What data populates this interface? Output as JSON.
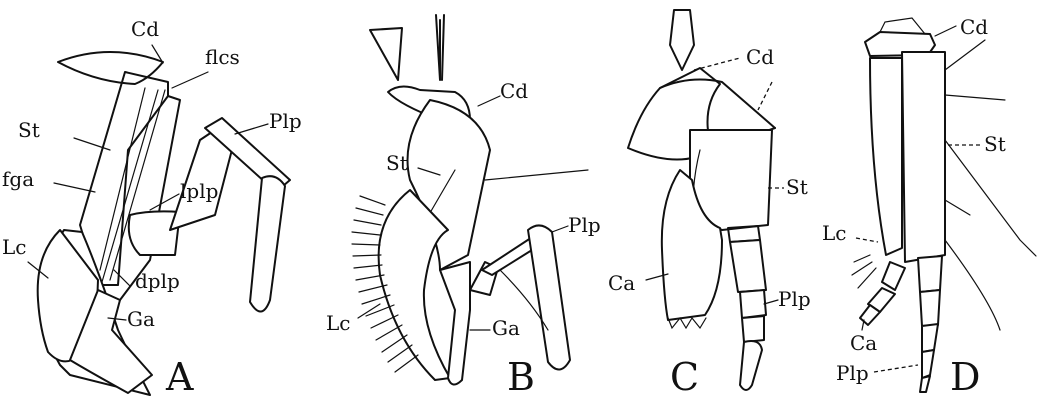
{
  "panels": {
    "A": {
      "letter": "A",
      "labels": {
        "cd": "Cd",
        "flcs": "flcs",
        "st": "St",
        "plp": "Plp",
        "fga": "fga",
        "lplp": "lplp",
        "lc": "Lc",
        "dplp": "dplp",
        "ga": "Ga"
      }
    },
    "B": {
      "letter": "B",
      "labels": {
        "cd": "Cd",
        "st": "St",
        "plp": "Plp",
        "lc": "Lc",
        "ga": "Ga"
      }
    },
    "C": {
      "letter": "C",
      "labels": {
        "cd": "Cd",
        "st": "St",
        "ca": "Ca",
        "plp": "Plp"
      }
    },
    "D": {
      "letter": "D",
      "labels": {
        "cd": "Cd",
        "st": "St",
        "lc": "Lc",
        "ca": "Ca",
        "plp": "Plp"
      }
    }
  }
}
